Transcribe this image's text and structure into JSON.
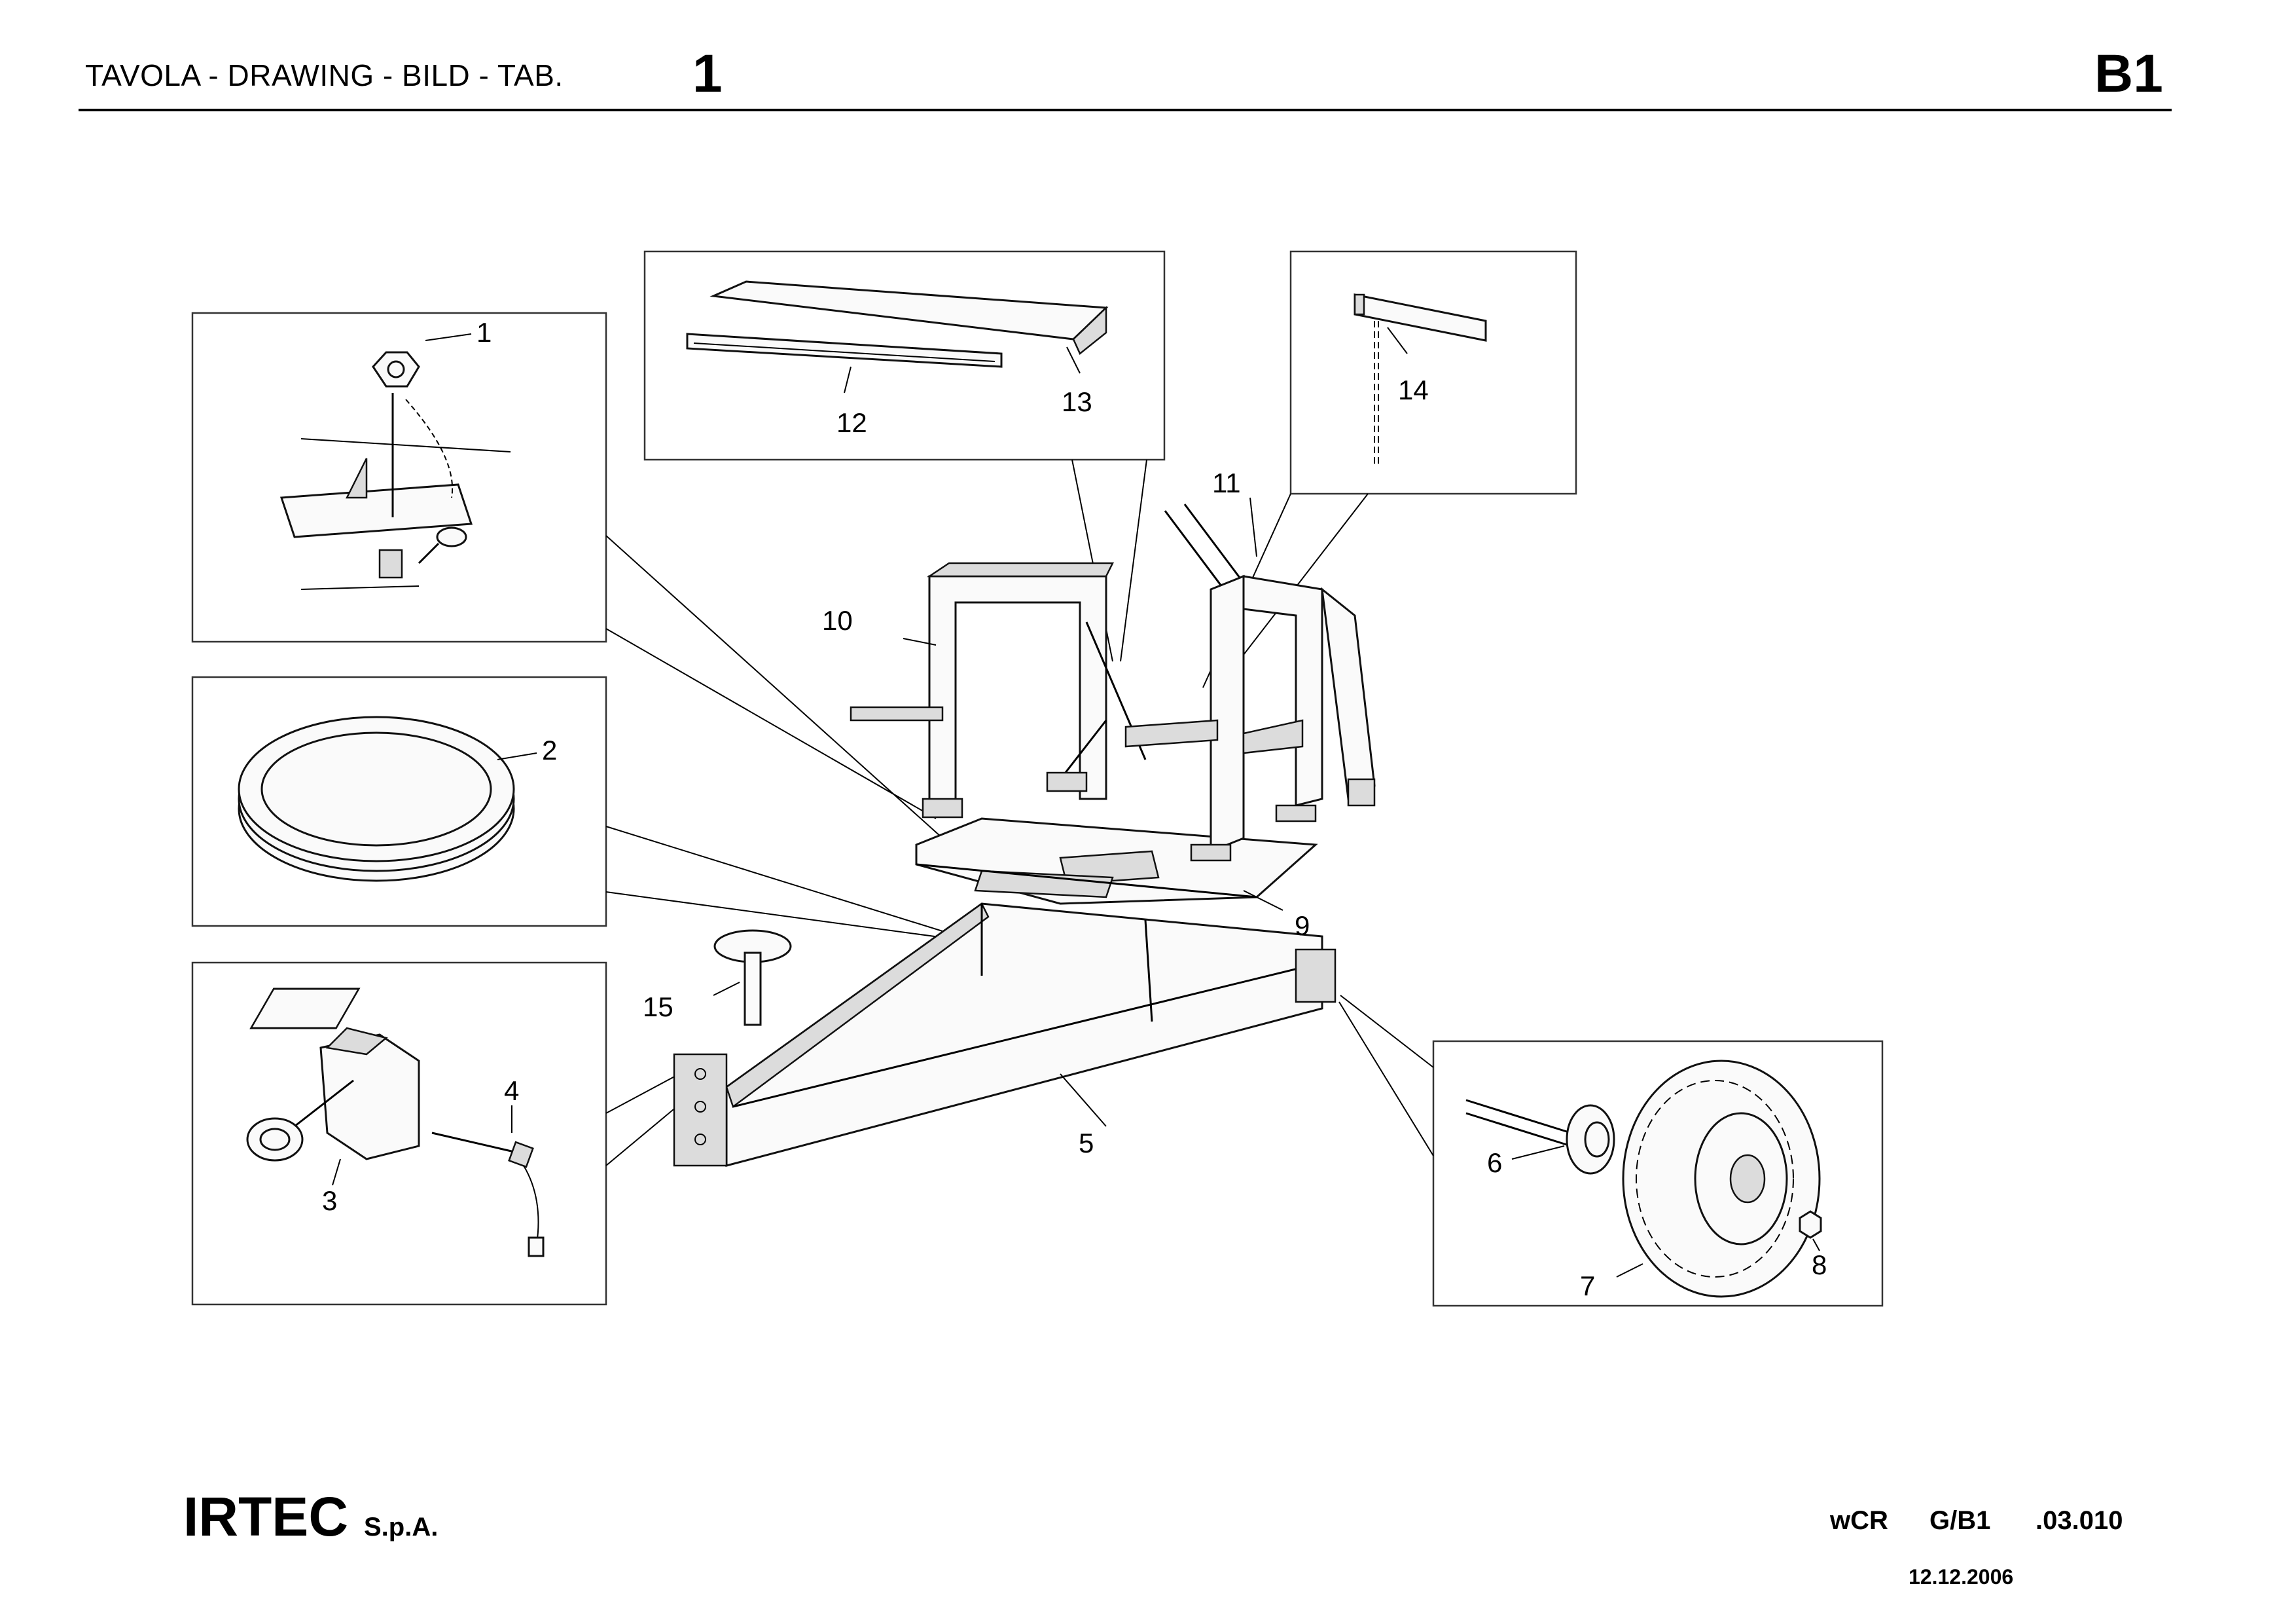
{
  "header": {
    "title": "TAVOLA - DRAWING - BILD - TAB.",
    "table_number": "1",
    "table_code": "B1"
  },
  "footer": {
    "company": "IRTEC",
    "company_suffix": "S.p.A.",
    "ref_model": "wCR",
    "ref_group": "G/B1",
    "ref_code": ".03.010",
    "date": "12.12.2006"
  },
  "callouts": {
    "c1": "1",
    "c2": "2",
    "c3": "3",
    "c4": "4",
    "c5": "5",
    "c6": "6",
    "c7": "7",
    "c8": "8",
    "c9": "9",
    "c10": "10",
    "c11": "11",
    "c12": "12",
    "c13": "13",
    "c14": "14",
    "c15": "15"
  }
}
